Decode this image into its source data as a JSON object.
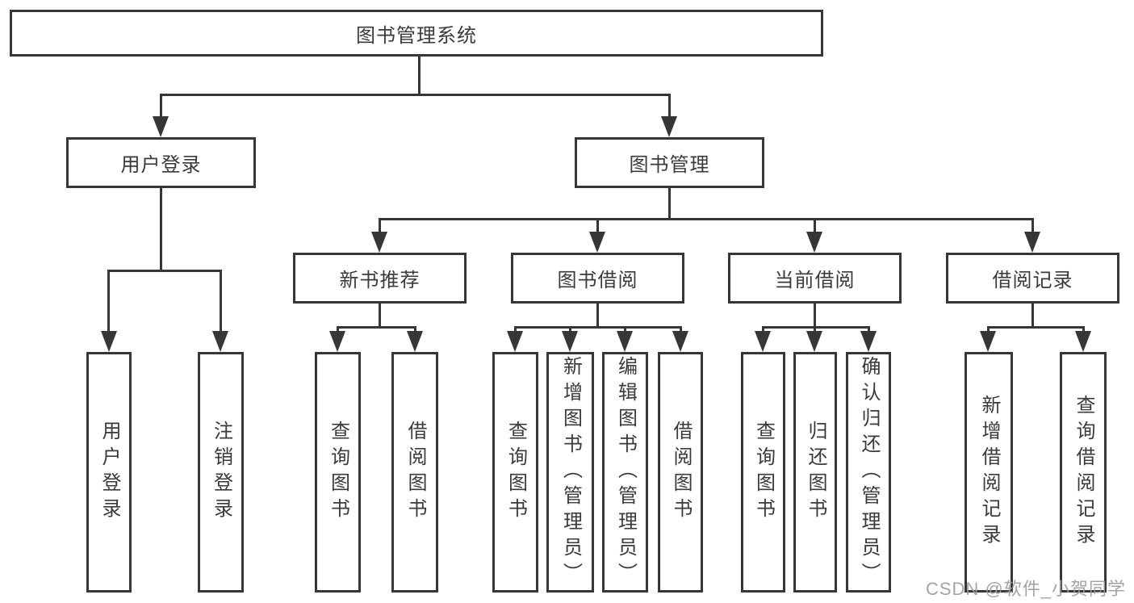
{
  "diagram": {
    "nodes": {
      "root": "图书管理系统",
      "user_login": "用户登录",
      "book_mgmt": "图书管理",
      "new_book_rec": "新书推荐",
      "book_borrow": "图书借阅",
      "current_borrow": "当前借阅",
      "borrow_record": "借阅记录",
      "ul_login": "用户登录",
      "ul_logout": "注销登录",
      "nb_query": "查询图书",
      "nb_borrow": "借阅图书",
      "bb_query": "查询图书",
      "bb_add": "新增图书（管理员）",
      "bb_edit": "编辑图书（管理员）",
      "bb_borrow": "借阅图书",
      "cb_query": "查询图书",
      "cb_return": "归还图书",
      "cb_confirm": "确认归还（管理员）",
      "br_add": "新增借阅记录",
      "br_query": "查询借阅记录"
    },
    "colors": {
      "line": "#363636",
      "text": "#3a3a3a",
      "watermark": "#9b9b9b"
    }
  },
  "watermark": "CSDN @软件_小贺同学"
}
